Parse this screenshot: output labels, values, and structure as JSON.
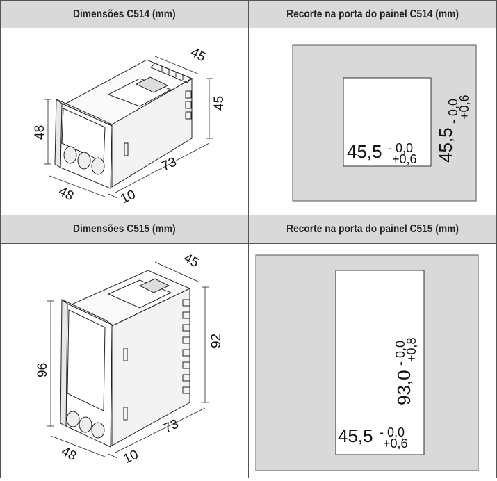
{
  "headers": {
    "c514_dimensions": "Dimensões C514 (mm)",
    "c514_cutout": "Recorte na porta do painel C514 (mm)",
    "c515_dimensions": "Dimensões C515 (mm)",
    "c515_cutout": "Recorte na porta do painel C515 (mm)"
  },
  "c514_device": {
    "top_depth": "45",
    "side_height": "45",
    "front_height": "48",
    "front_width": "48",
    "bezel_depth": "10",
    "body_depth": "73"
  },
  "c514_cutout": {
    "width_value": "45,5",
    "width_tol_upper": "- 0,0",
    "width_tol_lower": "+0,6",
    "height_value": "45,5",
    "height_tol_upper": "- 0,0",
    "height_tol_lower": "+0,6"
  },
  "c515_device": {
    "top_depth": "45",
    "side_height": "92",
    "front_height": "96",
    "front_width": "48",
    "bezel_depth": "10",
    "body_depth": "73"
  },
  "c515_cutout": {
    "width_value": "45,5",
    "width_tol_upper": "- 0,0",
    "width_tol_lower": "+0,6",
    "height_value": "93,0",
    "height_tol_upper": "- 0,0",
    "height_tol_lower": "+0,8"
  },
  "colors": {
    "header_bg": "#d9d9d9",
    "panel_gray": "#d9d9d9",
    "border": "#555555"
  }
}
